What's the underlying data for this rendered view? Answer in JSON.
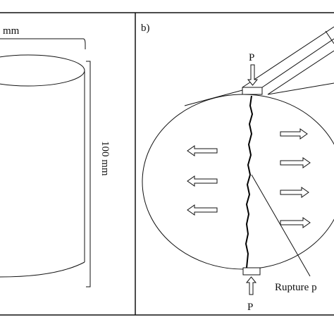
{
  "panel_a": {
    "width_label": "mm",
    "height_label": "100 mm"
  },
  "panel_b": {
    "panel_label": "b)",
    "load_label_top": "P",
    "load_label_bottom": "P",
    "rupture_label": "Rupture p"
  },
  "colors": {
    "line": "#111111",
    "crack": "#000000",
    "background": "#ffffff"
  }
}
